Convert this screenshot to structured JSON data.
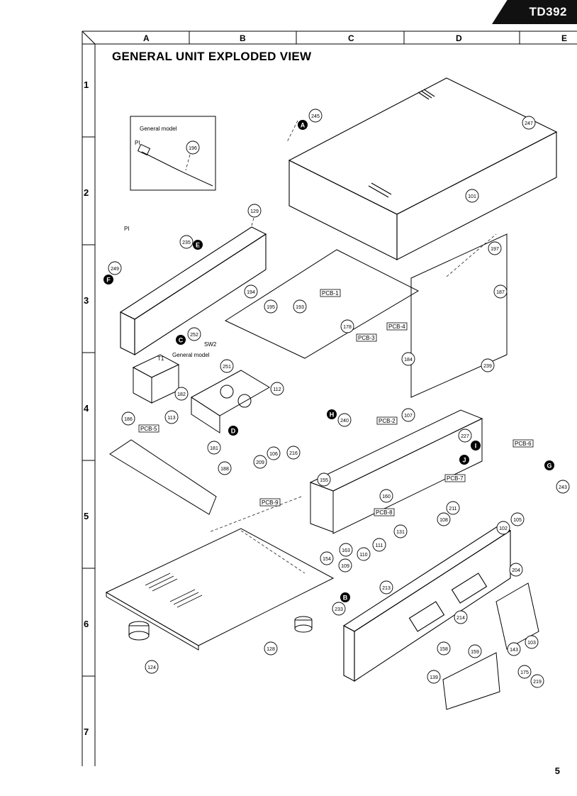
{
  "header": {
    "model": "TD392",
    "title": "GENERAL UNIT EXPLODED VIEW",
    "page_number": "5"
  },
  "grid": {
    "columns": [
      "A",
      "B",
      "C",
      "D",
      "E"
    ],
    "rows": [
      "1",
      "2",
      "3",
      "4",
      "5",
      "6",
      "7"
    ]
  },
  "inset": {
    "title": "General model",
    "labels": [
      "PI"
    ]
  },
  "boards": [
    "PCB-1",
    "PCB-2",
    "PCB-3",
    "PCB-4",
    "PCB-5",
    "PCB-6",
    "PCB-7",
    "PCB-8",
    "PCB-9"
  ],
  "labels": {
    "pi": "PI",
    "t1": "T1",
    "sw2": "SW2",
    "general_model": "General model"
  },
  "letters": [
    "A",
    "B",
    "C",
    "D",
    "E",
    "F",
    "G",
    "H",
    "I",
    "J"
  ],
  "parts": [
    "101",
    "102",
    "103",
    "105",
    "106",
    "107",
    "108",
    "109",
    "110",
    "111",
    "112",
    "113",
    "124",
    "128",
    "129",
    "131",
    "139",
    "143",
    "154",
    "155",
    "158",
    "159",
    "160",
    "163",
    "175",
    "178",
    "181",
    "182",
    "184",
    "186",
    "187",
    "188",
    "193",
    "194",
    "195",
    "196",
    "197",
    "204",
    "209",
    "211",
    "213",
    "214",
    "216",
    "219",
    "227",
    "233",
    "235",
    "239",
    "240",
    "243",
    "245",
    "247",
    "249",
    "251",
    "252"
  ]
}
